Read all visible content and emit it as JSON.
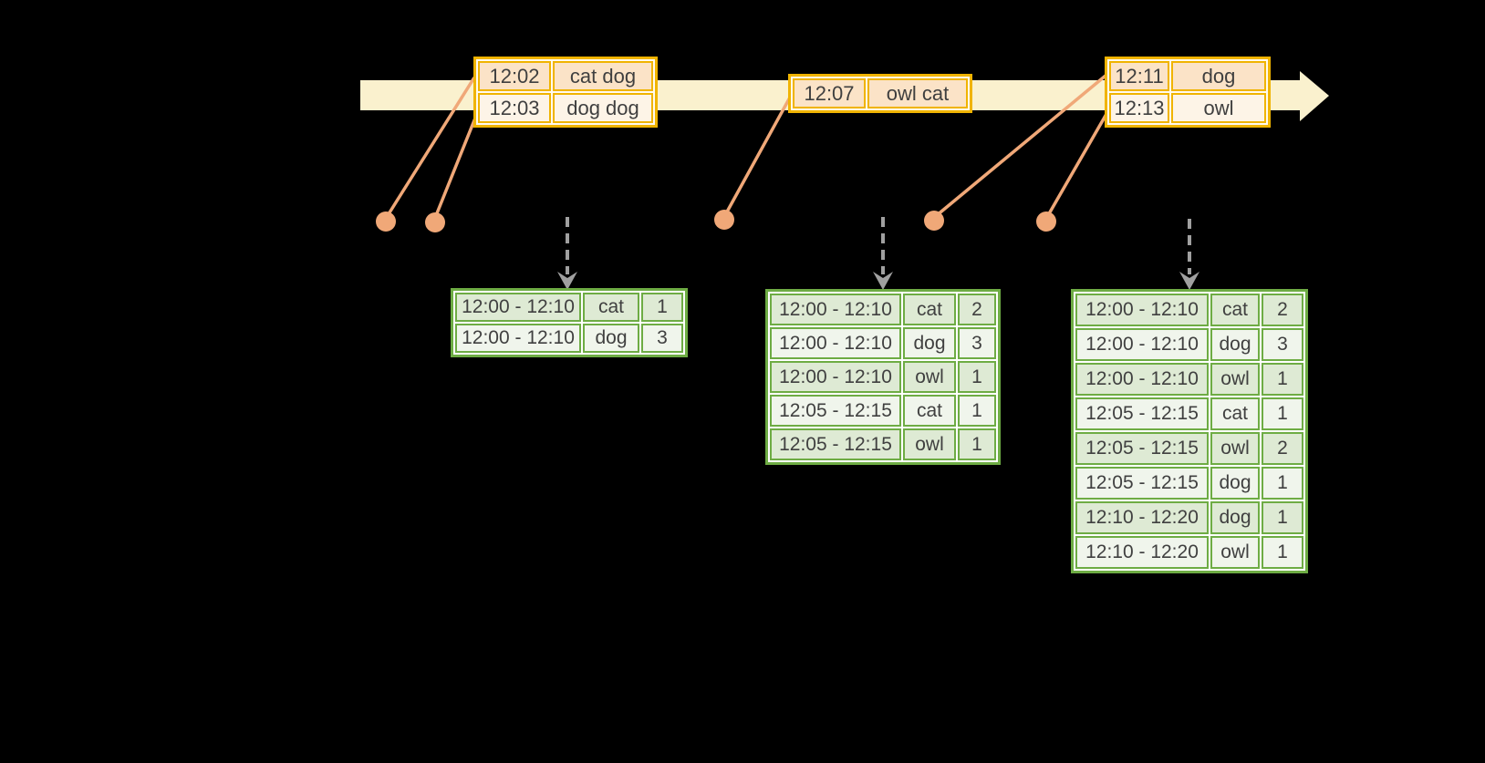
{
  "palette": {
    "background": "#000000",
    "timeline_band": "#faf1ce",
    "event_table_border": "#f0b400",
    "event_row_dark": "#fbe3c7",
    "event_row_light": "#fdf4e7",
    "marker_dot": "#f0a878",
    "result_table_border": "#6eac44",
    "result_row_dark": "#deead4",
    "result_row_light": "#f0f5ec",
    "dashed_arrow": "#a0a0a0",
    "table_text": "#3f3f3f"
  },
  "timeline": {
    "event_tables": [
      {
        "rows": [
          {
            "time": "12:02",
            "words": "cat dog"
          },
          {
            "time": "12:03",
            "words": "dog dog"
          }
        ]
      },
      {
        "rows": [
          {
            "time": "12:07",
            "words": "owl cat"
          }
        ]
      },
      {
        "rows": [
          {
            "time": "12:11",
            "words": "dog"
          },
          {
            "time": "12:13",
            "words": "owl"
          }
        ]
      }
    ]
  },
  "result_tables": [
    {
      "rows": [
        {
          "window": "12:00 - 12:10",
          "word": "cat",
          "count": "1"
        },
        {
          "window": "12:00 - 12:10",
          "word": "dog",
          "count": "3"
        }
      ]
    },
    {
      "rows": [
        {
          "window": "12:00 - 12:10",
          "word": "cat",
          "count": "2"
        },
        {
          "window": "12:00 - 12:10",
          "word": "dog",
          "count": "3"
        },
        {
          "window": "12:00 - 12:10",
          "word": "owl",
          "count": "1"
        },
        {
          "window": "12:05 - 12:15",
          "word": "cat",
          "count": "1"
        },
        {
          "window": "12:05 - 12:15",
          "word": "owl",
          "count": "1"
        }
      ]
    },
    {
      "rows": [
        {
          "window": "12:00 - 12:10",
          "word": "cat",
          "count": "2"
        },
        {
          "window": "12:00 - 12:10",
          "word": "dog",
          "count": "3"
        },
        {
          "window": "12:00 - 12:10",
          "word": "owl",
          "count": "1"
        },
        {
          "window": "12:05 - 12:15",
          "word": "cat",
          "count": "1"
        },
        {
          "window": "12:05 - 12:15",
          "word": "owl",
          "count": "2"
        },
        {
          "window": "12:05 - 12:15",
          "word": "dog",
          "count": "1"
        },
        {
          "window": "12:10 - 12:20",
          "word": "dog",
          "count": "1"
        },
        {
          "window": "12:10 - 12:20",
          "word": "owl",
          "count": "1"
        }
      ]
    }
  ]
}
